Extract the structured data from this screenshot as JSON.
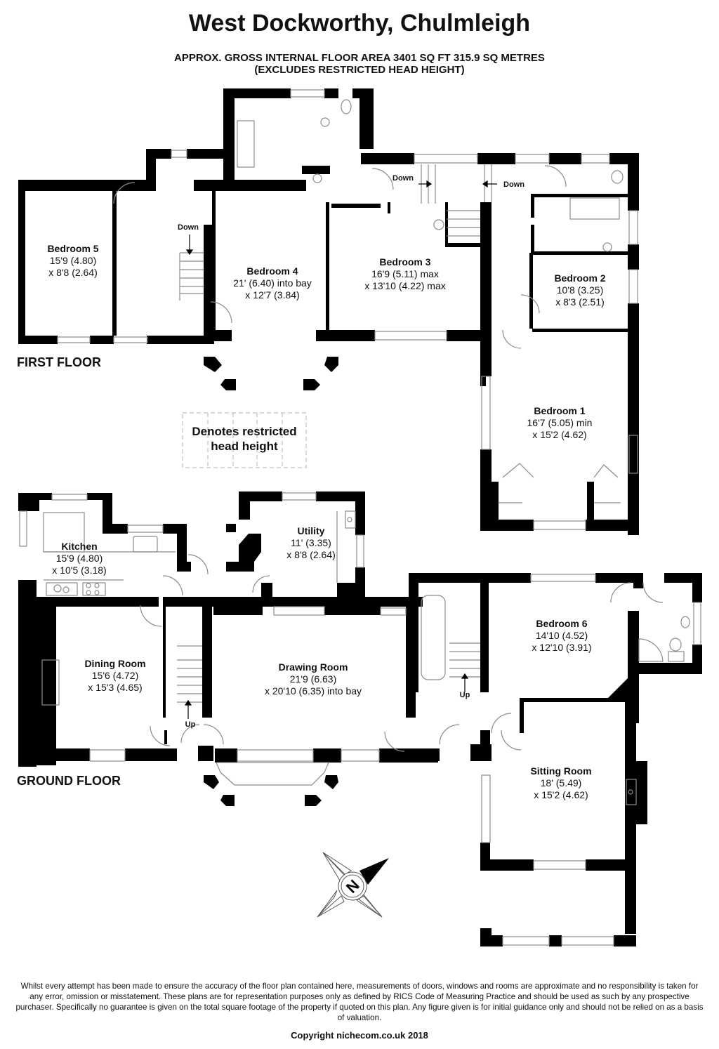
{
  "header": {
    "title": "West Dockworthy, Chulmleigh",
    "area_line": "APPROX. GROSS INTERNAL FLOOR AREA 3401 SQ FT 315.9 SQ METRES",
    "exclusion_line": "(EXCLUDES RESTRICTED HEAD HEIGHT)"
  },
  "floors": {
    "first": {
      "label": "FIRST FLOOR",
      "rooms": [
        {
          "name": "Bedroom 5",
          "dim1": "15'9 (4.80)",
          "dim2": "x 8'8 (2.64)"
        },
        {
          "name": "Bedroom 4",
          "dim1": "21' (6.40) into bay",
          "dim2": "x 12'7 (3.84)"
        },
        {
          "name": "Bedroom 3",
          "dim1": "16'9 (5.11) max",
          "dim2": "x 13'10 (4.22) max"
        },
        {
          "name": "Bedroom 2",
          "dim1": "10'8 (3.25)",
          "dim2": "x 8'3 (2.51)"
        },
        {
          "name": "Bedroom 1",
          "dim1": "16'7 (5.05) min",
          "dim2": "x 15'2 (4.62)"
        }
      ],
      "stair_labels": [
        "Down",
        "Down",
        "Down"
      ]
    },
    "ground": {
      "label": "GROUND FLOOR",
      "rooms": [
        {
          "name": "Kitchen",
          "dim1": "15'9 (4.80)",
          "dim2": "x 10'5 (3.18)"
        },
        {
          "name": "Utility",
          "dim1": "11' (3.35)",
          "dim2": "x 8'8 (2.64)"
        },
        {
          "name": "Dining Room",
          "dim1": "15'6 (4.72)",
          "dim2": "x 15'3 (4.65)"
        },
        {
          "name": "Drawing Room",
          "dim1": "21'9 (6.63)",
          "dim2": "x 20'10 (6.35) into bay"
        },
        {
          "name": "Bedroom 6",
          "dim1": "14'10 (4.52)",
          "dim2": "x 12'10 (3.91)"
        },
        {
          "name": "Sitting Room",
          "dim1": "18' (5.49)",
          "dim2": "x 15'2 (4.62)"
        }
      ],
      "stair_labels": [
        "Up",
        "Up"
      ]
    }
  },
  "legend": {
    "text_line1": "Denotes restricted",
    "text_line2": "head height"
  },
  "compass": {
    "letter": "N",
    "icon": "north-arrow-icon"
  },
  "footer": {
    "disclaimer": "Whilst every attempt has been made to ensure the accuracy of the floor plan contained here, measurements of doors, windows and rooms are approximate and no responsibility is taken for any error, omission or misstatement. These plans are for representation purposes only as defined by RICS Code of Measuring Practice and should be used as such by any prospective purchaser.  Specifically no guarantee is given on the total square footage of the property if quoted on this plan. Any figure given is for initial guidance only and should not be relied on as a basis of valuation.",
    "copyright": "Copyright nichecom.co.uk 2018"
  },
  "colors": {
    "wall": "#000000",
    "fixture_line": "#8a8a8a",
    "background": "#ffffff",
    "legend_dash": "#b0b0b0"
  }
}
